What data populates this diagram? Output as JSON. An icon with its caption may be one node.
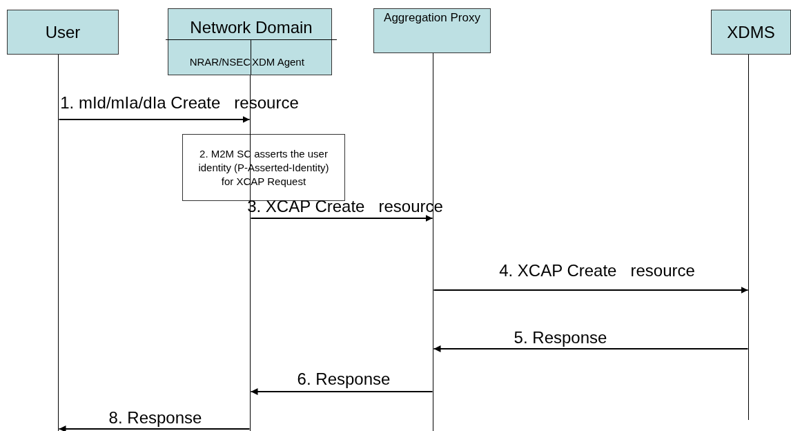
{
  "diagram": {
    "nodes": [
      {
        "text": [
          "User"
        ]
      },
      {
        "text": [
          "Network Domain",
          "NRAR/NSEC",
          "XDM Agent"
        ]
      },
      {
        "text": [
          "Aggregation Proxy"
        ]
      },
      {
        "text": [
          "XDMS"
        ]
      },
      {
        "text": [
          "2. M2M SC asserts the user identity (P-Asserted-Identity) for XCAP Request"
        ]
      },
      {
        "text": [],
        "shape": "line"
      },
      {
        "text": [],
        "shape": "line"
      },
      {
        "text": [],
        "shape": "line"
      },
      {
        "text": [],
        "shape": "line"
      }
    ],
    "edges": [
      {
        "from": 5,
        "to": 6,
        "arrow": "to",
        "label": "1. mId/mIa/dIa Create   resource"
      },
      {
        "from": 6,
        "to": 7,
        "arrow": "to",
        "label": "3. XCAP Create   resource"
      },
      {
        "from": 7,
        "to": 8,
        "arrow": "to",
        "label": "4. XCAP Create   resource"
      },
      {
        "from": 8,
        "to": 7,
        "arrow": "to",
        "label": "5. Response"
      },
      {
        "from": 7,
        "to": 6,
        "arrow": "to",
        "label": "6. Response"
      },
      {
        "from": 6,
        "to": 5,
        "arrow": "to",
        "label": "8. Response"
      }
    ]
  }
}
